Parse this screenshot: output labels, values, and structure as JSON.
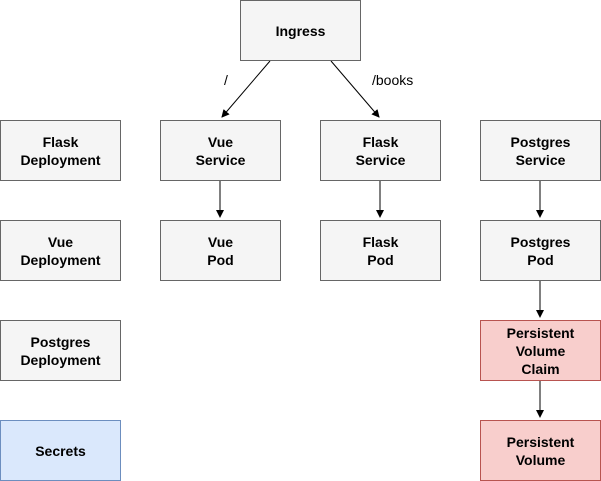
{
  "nodes": {
    "ingress": "Ingress",
    "vue_service": "Vue\nService",
    "flask_service": "Flask\nService",
    "postgres_service": "Postgres\nService",
    "vue_pod": "Vue\nPod",
    "flask_pod": "Flask\nPod",
    "postgres_pod": "Postgres\nPod",
    "pvc": "Persistent\nVolume\nClaim",
    "pv": "Persistent\nVolume",
    "flask_deployment": "Flask\nDeployment",
    "vue_deployment": "Vue\nDeployment",
    "postgres_deployment": "Postgres\nDeployment",
    "secrets": "Secrets"
  },
  "edge_labels": {
    "root": "/",
    "books": "/books"
  },
  "colors": {
    "default_fill": "#f5f5f5",
    "blue_fill": "#dae8fc",
    "red_fill": "#f8cecc"
  }
}
